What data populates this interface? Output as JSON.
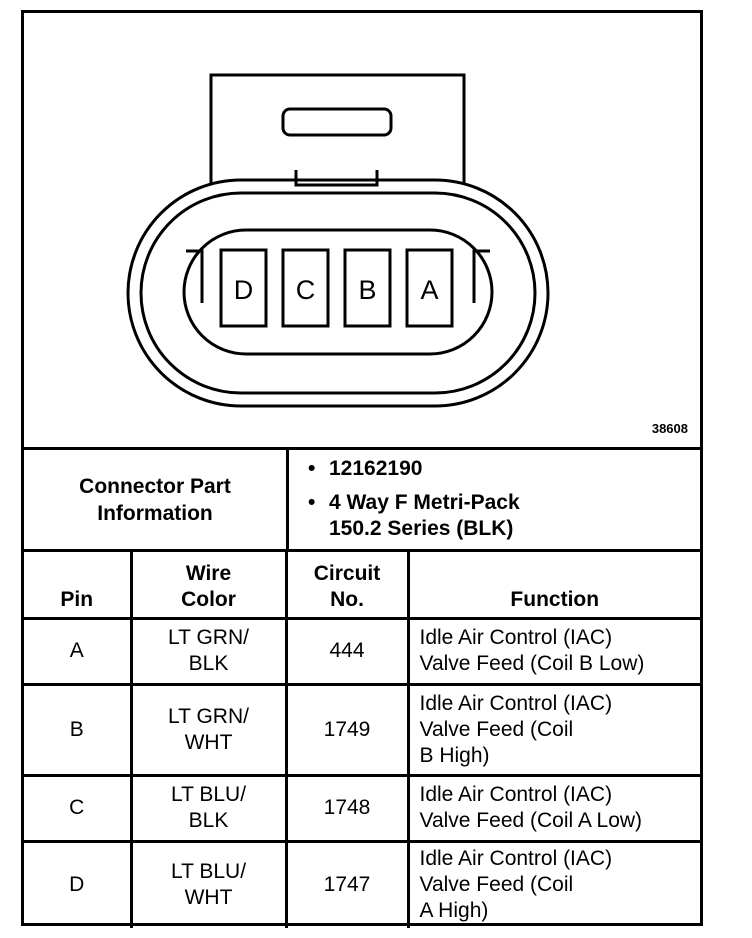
{
  "diagram": {
    "figure_id": "38608",
    "pin_labels": [
      "D",
      "C",
      "B",
      "A"
    ]
  },
  "connector_info": {
    "label_line1": "Connector Part",
    "label_line2": "Information",
    "part_number": "12162190",
    "description_line1": "4 Way F Metri-Pack",
    "description_line2": "150.2 Series (BLK)"
  },
  "table": {
    "headers": {
      "pin": "Pin",
      "wire_color": "Wire\nColor",
      "circuit": "Circuit\nNo.",
      "function": "Function"
    },
    "rows": [
      {
        "pin": "A",
        "wire_color": "LT GRN/\nBLK",
        "circuit": "444",
        "function": "Idle Air Control (IAC)\nValve Feed (Coil B Low)"
      },
      {
        "pin": "B",
        "wire_color": "LT GRN/\nWHT",
        "circuit": "1749",
        "function": "Idle Air Control (IAC)\nValve Feed (Coil\nB High)"
      },
      {
        "pin": "C",
        "wire_color": "LT BLU/\nBLK",
        "circuit": "1748",
        "function": "Idle Air Control (IAC)\nValve Feed (Coil A Low)"
      },
      {
        "pin": "D",
        "wire_color": "LT BLU/\nWHT",
        "circuit": "1747",
        "function": "Idle Air Control (IAC)\nValve Feed (Coil\nA High)"
      }
    ]
  }
}
